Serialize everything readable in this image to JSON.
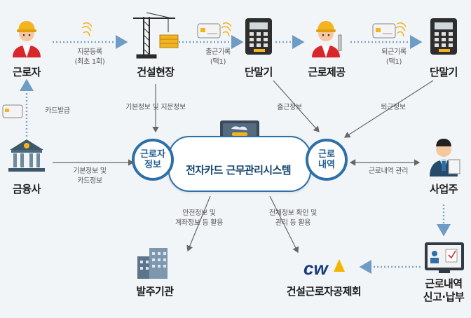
{
  "nodes": {
    "worker": "근로자",
    "site": "건설현장",
    "terminal_in": "단말기",
    "labor": "근로제공",
    "terminal_out": "단말기",
    "bank": "금융사",
    "employer": "사업주",
    "client": "발주기관",
    "association": "건설근로자공제회",
    "report": [
      "근로내역",
      "신고·납부"
    ]
  },
  "system": {
    "title": "전자카드 근무관리시스템",
    "left_circle": [
      "근로자",
      "정보"
    ],
    "right_circle": [
      "근로",
      "내역"
    ]
  },
  "edges": {
    "fingerprint": [
      "지문등록",
      "(최초 1회)"
    ],
    "clock_in": [
      "출근기록",
      "(택1)"
    ],
    "clock_out": [
      "퇴근기록",
      "(택1)"
    ],
    "card_issue": "카드발급",
    "basic_fp": "기본정보 및 지문정보",
    "attend_in": "출근정보",
    "attend_out": "퇴근정보",
    "bank_info": [
      "기본정보 및",
      "카드정보"
    ],
    "work_mgmt": "근로내역 관리",
    "safety": [
      "안전정보 및",
      "계좌정보 등 활용"
    ],
    "overall": [
      "전체정보 확인 및",
      "관리 등 활용"
    ]
  },
  "logo": {
    "text": "cw"
  },
  "colors": {
    "primary": "#2d6fa8",
    "arrow_light": "#7ea6c8",
    "arrow_dark": "#666666",
    "accent": "#f4b400"
  }
}
